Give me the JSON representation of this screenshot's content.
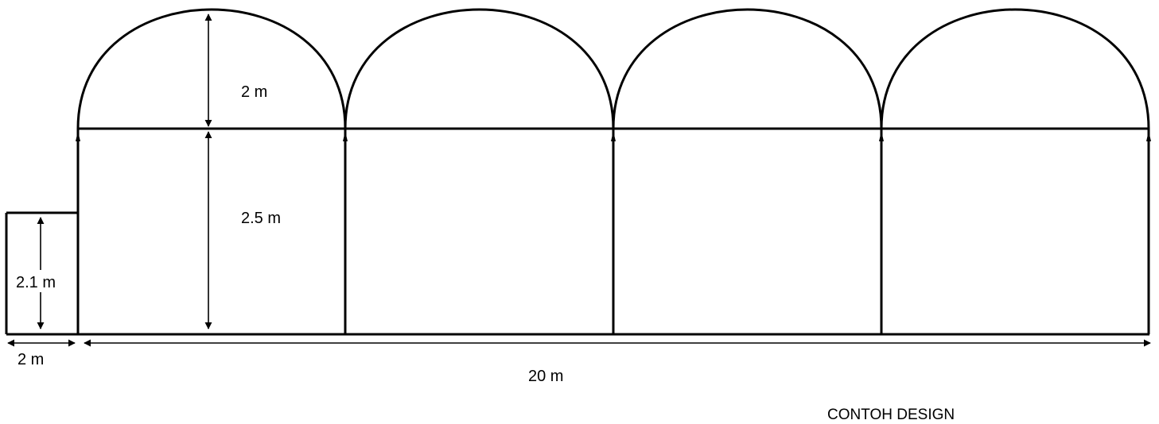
{
  "labels": {
    "arch_height": "2 m",
    "wall_height": "2.5 m",
    "annex_height": "2.1 m",
    "annex_width": "2 m",
    "total_length": "20 m"
  },
  "caption": "CONTOH DESIGN"
}
